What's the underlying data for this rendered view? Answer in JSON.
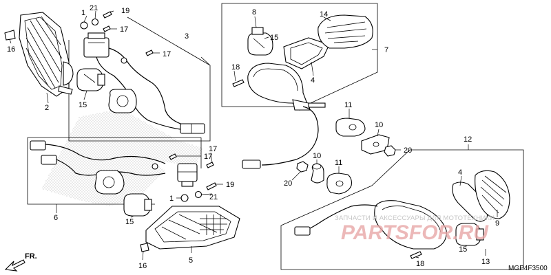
{
  "diagram": {
    "code": "MGP4F3500",
    "direction_label": "FR.",
    "watermark": {
      "top_text": "ЗАПЧАСТИ И АКСЕССУАРЫ ДЛЯ МОТОТЕХНИКИ",
      "logo_text": "PARTSFOR.RU"
    },
    "colors": {
      "line": "#000000",
      "watermark_text": "#c7c7c7",
      "watermark_logo": "#e8a7a7"
    }
  },
  "callouts": {
    "c1a": "1",
    "c21a": "21",
    "c19a": "19",
    "c17a": "17",
    "c17b": "17",
    "c16a": "16",
    "c2": "2",
    "c15a": "15",
    "c3": "3",
    "c8": "8",
    "c14": "14",
    "c15b": "15",
    "c7": "7",
    "c18a": "18",
    "c4a": "4",
    "c11a": "11",
    "c10a": "10",
    "c20a": "20",
    "c10b": "10",
    "c11b": "11",
    "c20b": "20",
    "c17c": "17",
    "c17d": "17",
    "c19b": "19",
    "c1b": "1",
    "c21b": "21",
    "c6": "6",
    "c15c": "15",
    "c16b": "16",
    "c5": "5",
    "c12": "12",
    "c4b": "4",
    "c9": "9",
    "c15d": "15",
    "c18b": "18",
    "c13": "13"
  }
}
